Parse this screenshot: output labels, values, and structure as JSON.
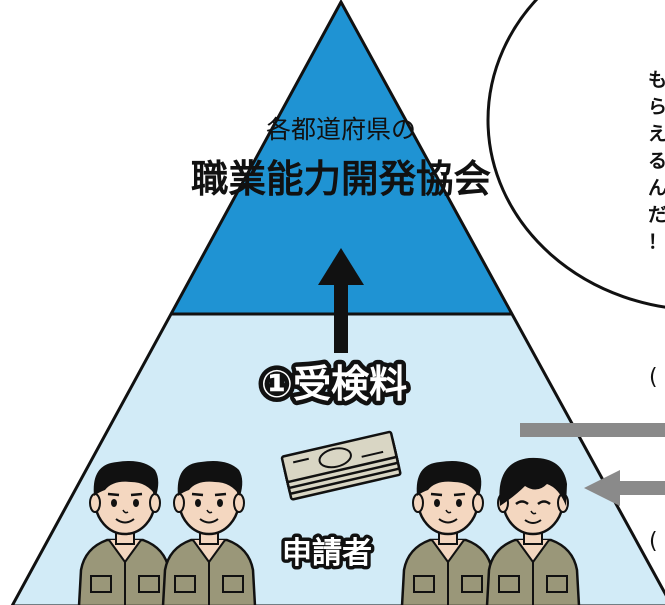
{
  "colors": {
    "pyramid_top": "#1f93d3",
    "pyramid_bottom": "#d2ebf7",
    "outline": "#111111",
    "arrow_gray": "#8a8a8a",
    "money": "#d9d6c4",
    "uniform": "#9a9779",
    "skin": "#f4d7c0"
  },
  "diagram": {
    "top_label_small": "各都道府県の",
    "top_label_main": "職業能力開発協会",
    "fee_label": "①受検料",
    "applicant_label": "申請者",
    "speech_bubble": {
      "lines": [
        "も",
        "ら",
        "え",
        "る",
        "ん",
        "だ",
        "！"
      ]
    },
    "partial_marks": [
      "(",
      "("
    ]
  },
  "icons": {
    "up_arrow": "arrow-up-icon",
    "money": "banknote-stack-icon",
    "workers": "worker-person-icon"
  }
}
